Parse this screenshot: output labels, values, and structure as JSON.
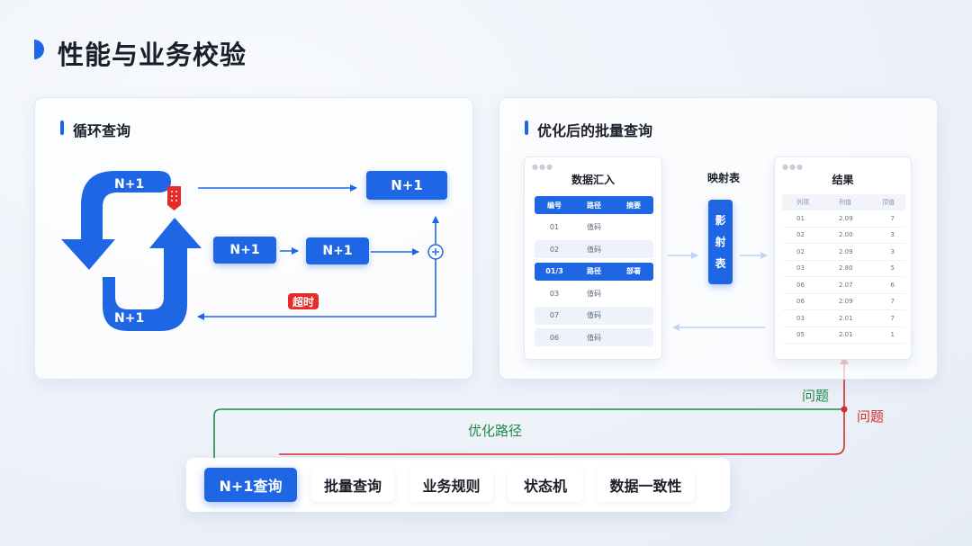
{
  "page": {
    "title": "性能与业务校验"
  },
  "left_panel": {
    "title": "循环查询",
    "loop_top_label": "N+1",
    "loop_bottom_label": "N+1",
    "box_top": "N+1",
    "box_mid_1": "N+1",
    "box_mid_2": "N+1",
    "timeout_badge": "超时"
  },
  "right_panel": {
    "title": "优化后的批量查询",
    "collect_card": {
      "title": "数据汇入",
      "rows": [
        {
          "type": "head",
          "cells": [
            "编号",
            "路径",
            "摘要"
          ]
        },
        {
          "type": "plain",
          "cells": [
            "01",
            "值码",
            ""
          ]
        },
        {
          "type": "alt",
          "cells": [
            "02",
            "值码",
            ""
          ]
        },
        {
          "type": "head",
          "cells": [
            "01/3",
            "路径",
            "部署"
          ]
        },
        {
          "type": "plain",
          "cells": [
            "03",
            "值码",
            ""
          ]
        },
        {
          "type": "alt",
          "cells": [
            "07",
            "值码",
            ""
          ]
        },
        {
          "type": "alt",
          "cells": [
            "06",
            "值码",
            ""
          ]
        }
      ]
    },
    "mapping": {
      "label": "映射表",
      "box_chars": [
        "影",
        "射",
        "表"
      ]
    },
    "result_card": {
      "title": "结果",
      "header": [
        "列项",
        "列值",
        "顶值"
      ],
      "rows": [
        [
          "01",
          "2.09",
          "7"
        ],
        [
          "02",
          "2.00",
          "3"
        ],
        [
          "02",
          "2.09",
          "3"
        ],
        [
          "03",
          "2.80",
          "5"
        ],
        [
          "06",
          "2.07",
          "6"
        ],
        [
          "06",
          "2.09",
          "7"
        ],
        [
          "03",
          "2.01",
          "7"
        ],
        [
          "05",
          "2.01",
          "1"
        ]
      ]
    }
  },
  "paths": {
    "green_label": "优化路径",
    "green_issue_label": "问题",
    "red_issue_label": "问题"
  },
  "tabs": [
    {
      "label": "N+1查询",
      "active": true
    },
    {
      "label": "批量查询",
      "active": false
    },
    {
      "label": "业务规则",
      "active": false
    },
    {
      "label": "状态机",
      "active": false
    },
    {
      "label": "数据一致性",
      "active": false
    }
  ],
  "colors": {
    "accent": "#1f66e5",
    "alert": "#e62b2b",
    "optimized_path": "#1e8a47",
    "problem_path": "#d52b2b"
  }
}
